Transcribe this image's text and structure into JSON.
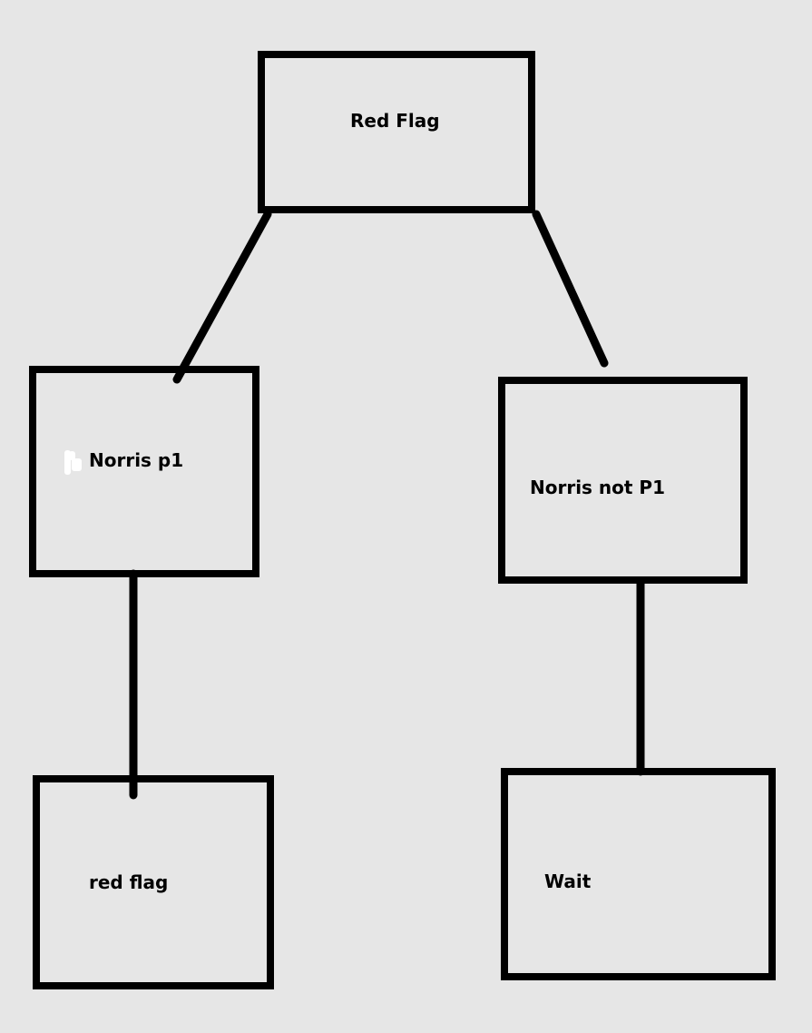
{
  "colors": {
    "background": "#e6e6e6",
    "stroke": "#000000",
    "text": "#000000",
    "smudge": "#ffffff"
  },
  "diagram": {
    "type": "tree",
    "nodes": [
      {
        "id": "red-flag-root",
        "label": "Red Flag"
      },
      {
        "id": "norris-p1",
        "label": "Norris p1"
      },
      {
        "id": "norris-not-p1",
        "label": "Norris not P1"
      },
      {
        "id": "red-flag-leaf",
        "label": "red flag"
      },
      {
        "id": "wait",
        "label": "Wait"
      }
    ],
    "edges": [
      {
        "from": "red-flag-root",
        "to": "norris-p1"
      },
      {
        "from": "red-flag-root",
        "to": "norris-not-p1"
      },
      {
        "from": "norris-p1",
        "to": "red-flag-leaf"
      },
      {
        "from": "norris-not-p1",
        "to": "wait"
      }
    ]
  }
}
